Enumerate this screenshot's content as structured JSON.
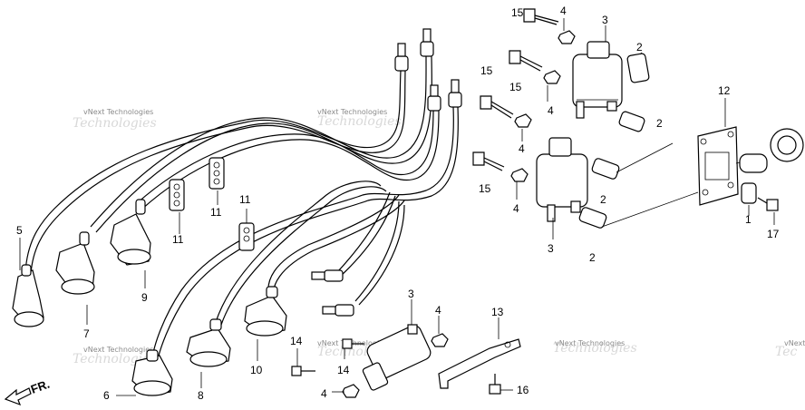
{
  "watermark": {
    "text": "vNext Technologies"
  },
  "direction_label": "FR.",
  "callouts": {
    "c1": "1",
    "c2a": "2",
    "c2b": "2",
    "c2c": "2",
    "c2d": "2",
    "c3a": "3",
    "c3b": "3",
    "c3c": "3",
    "c4a": "4",
    "c4b": "4",
    "c4c": "4",
    "c4d": "4",
    "c4e": "4",
    "c4f": "4",
    "c5": "5",
    "c6": "6",
    "c7": "7",
    "c8": "8",
    "c9": "9",
    "c10": "10",
    "c11a": "11",
    "c11b": "11",
    "c11c": "11",
    "c12": "12",
    "c13": "13",
    "c14a": "14",
    "c14b": "14",
    "c15a": "15",
    "c15b": "15",
    "c15c": "15",
    "c15d": "15",
    "c16": "16",
    "c17": "17"
  }
}
